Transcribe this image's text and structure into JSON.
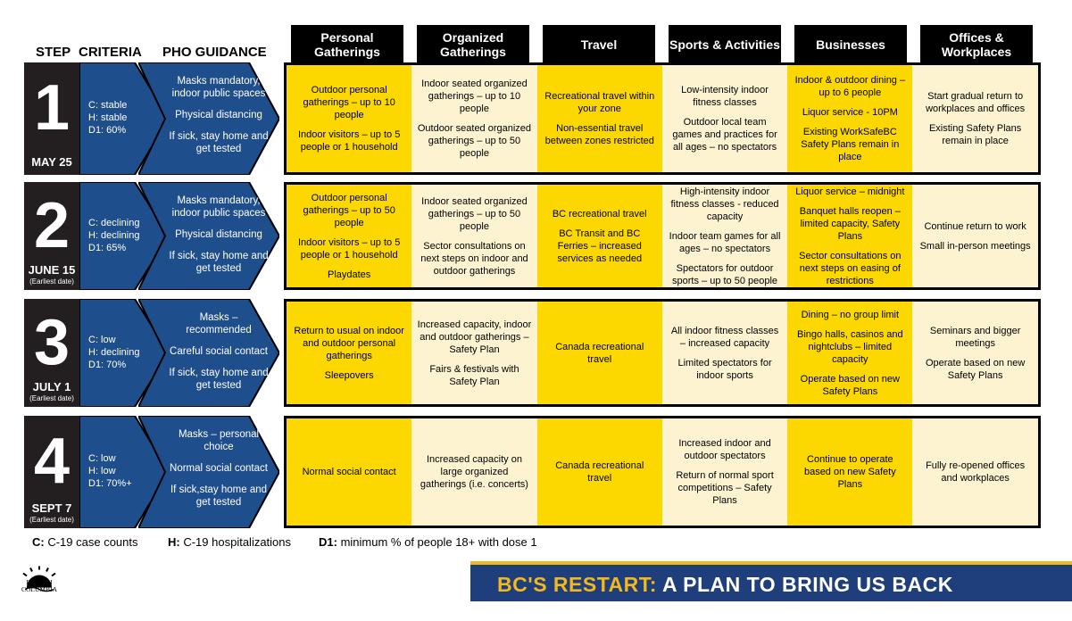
{
  "header": {
    "step": "STEP",
    "step_overflow": "S",
    "criteria": "CRITERIA",
    "pho": "PHO GUIDANCE",
    "columns": [
      "Personal Gatherings",
      "Organized Gatherings",
      "Travel",
      "Sports & Activities",
      "Businesses",
      "Offices & Workplaces"
    ]
  },
  "colors": {
    "navy": "#1f4e8c",
    "yellow": "#fcd800",
    "cream": "#fdf3d0",
    "banner": "#1f3e7c",
    "accent": "#f2b81c"
  },
  "steps": [
    {
      "number": "1",
      "date": "MAY 25",
      "sub": "",
      "criteria": [
        "C: stable",
        "H: stable",
        "D1: 60%"
      ],
      "pho": [
        "Masks mandatory, indoor public spaces",
        "Physical distancing",
        "If sick, stay home and get tested"
      ],
      "cells": [
        [
          "Outdoor personal gatherings – up to 10 people",
          "Indoor visitors – up to 5 people or 1 household"
        ],
        [
          "Indoor seated organized gatherings – up to 10 people",
          "Outdoor seated organized gatherings – up to 50 people"
        ],
        [
          "Recreational travel within your zone",
          "Non-essential travel between zones restricted"
        ],
        [
          "Low-intensity indoor fitness classes",
          "Outdoor local team games and practices for all ages – no spectators"
        ],
        [
          "Indoor & outdoor dining – up to 6 people",
          "Liquor service - 10PM",
          "Existing WorkSafeBC Safety Plans remain in place"
        ],
        [
          "Start gradual return to workplaces and offices",
          "Existing Safety Plans remain in place"
        ]
      ]
    },
    {
      "number": "2",
      "date": "JUNE 15",
      "sub": "(Earliest date)",
      "criteria": [
        "C: declining",
        "H: declining",
        "D1: 65%"
      ],
      "pho": [
        "Masks mandatory, indoor public spaces",
        "Physical distancing",
        "If sick, stay home and get tested"
      ],
      "cells": [
        [
          "Outdoor personal gatherings – up to 50 people",
          "Indoor visitors – up to 5 people or 1 household",
          "Playdates"
        ],
        [
          "Indoor seated organized gatherings – up to 50 people",
          "Sector consultations on next steps on indoor and outdoor gatherings"
        ],
        [
          "BC recreational travel",
          "BC Transit and BC Ferries – increased services as needed"
        ],
        [
          "High-intensity indoor fitness classes - reduced capacity",
          "Indoor team games for all ages – no spectators",
          "Spectators for outdoor sports – up to 50 people"
        ],
        [
          "Liquor service – midnight",
          "Banquet halls reopen – limited capacity, Safety Plans",
          "Sector consultations on next steps on easing of restrictions"
        ],
        [
          "Continue return to work",
          "Small in-person meetings"
        ]
      ]
    },
    {
      "number": "3",
      "date": "JULY 1",
      "sub": "(Earliest date)",
      "criteria": [
        "C: low",
        "H: declining",
        "D1: 70%"
      ],
      "pho": [
        "Masks – recommended",
        "Careful social contact",
        "If sick, stay home and get tested"
      ],
      "cells": [
        [
          "Return to usual on indoor and outdoor personal gatherings",
          "Sleepovers"
        ],
        [
          "Increased capacity, indoor and outdoor gatherings – Safety Plan",
          "Fairs & festivals with Safety Plan"
        ],
        [
          "Canada recreational travel"
        ],
        [
          "All indoor fitness classes – increased capacity",
          "Limited spectators for indoor sports"
        ],
        [
          "Dining – no group limit",
          "Bingo halls, casinos and nightclubs – limited capacity",
          "Operate based on new Safety Plans"
        ],
        [
          "Seminars and bigger meetings",
          "Operate based on new Safety Plans"
        ]
      ]
    },
    {
      "number": "4",
      "date": "SEPT 7",
      "sub": "(Earliest date)",
      "criteria": [
        "C: low",
        "H: low",
        "D1: 70%+"
      ],
      "pho": [
        "Masks – personal choice",
        "Normal social contact",
        "If sick,stay home and get tested"
      ],
      "cells": [
        [
          "Normal social contact"
        ],
        [
          "Increased capacity on large organized gatherings (i.e. concerts)"
        ],
        [
          "Canada recreational travel"
        ],
        [
          "Increased indoor and outdoor spectators",
          "Return of normal sport competitions – Safety Plans"
        ],
        [
          "Continue to operate based on new Safety Plans"
        ],
        [
          "Fully re-opened offices and workplaces"
        ]
      ]
    }
  ],
  "legend": {
    "c_key": "C:",
    "c_val": "C-19 case counts",
    "h_key": "H:",
    "h_val": "C-19 hospitalizations",
    "d_key": "D1:",
    "d_val": "minimum % of people 18+ with dose 1"
  },
  "banner": {
    "highlight": "BC'S RESTART:",
    "rest": "A PLAN TO BRING US BACK TOGETHER"
  },
  "logo": {
    "text": "BRITISH COLUMBIA"
  }
}
